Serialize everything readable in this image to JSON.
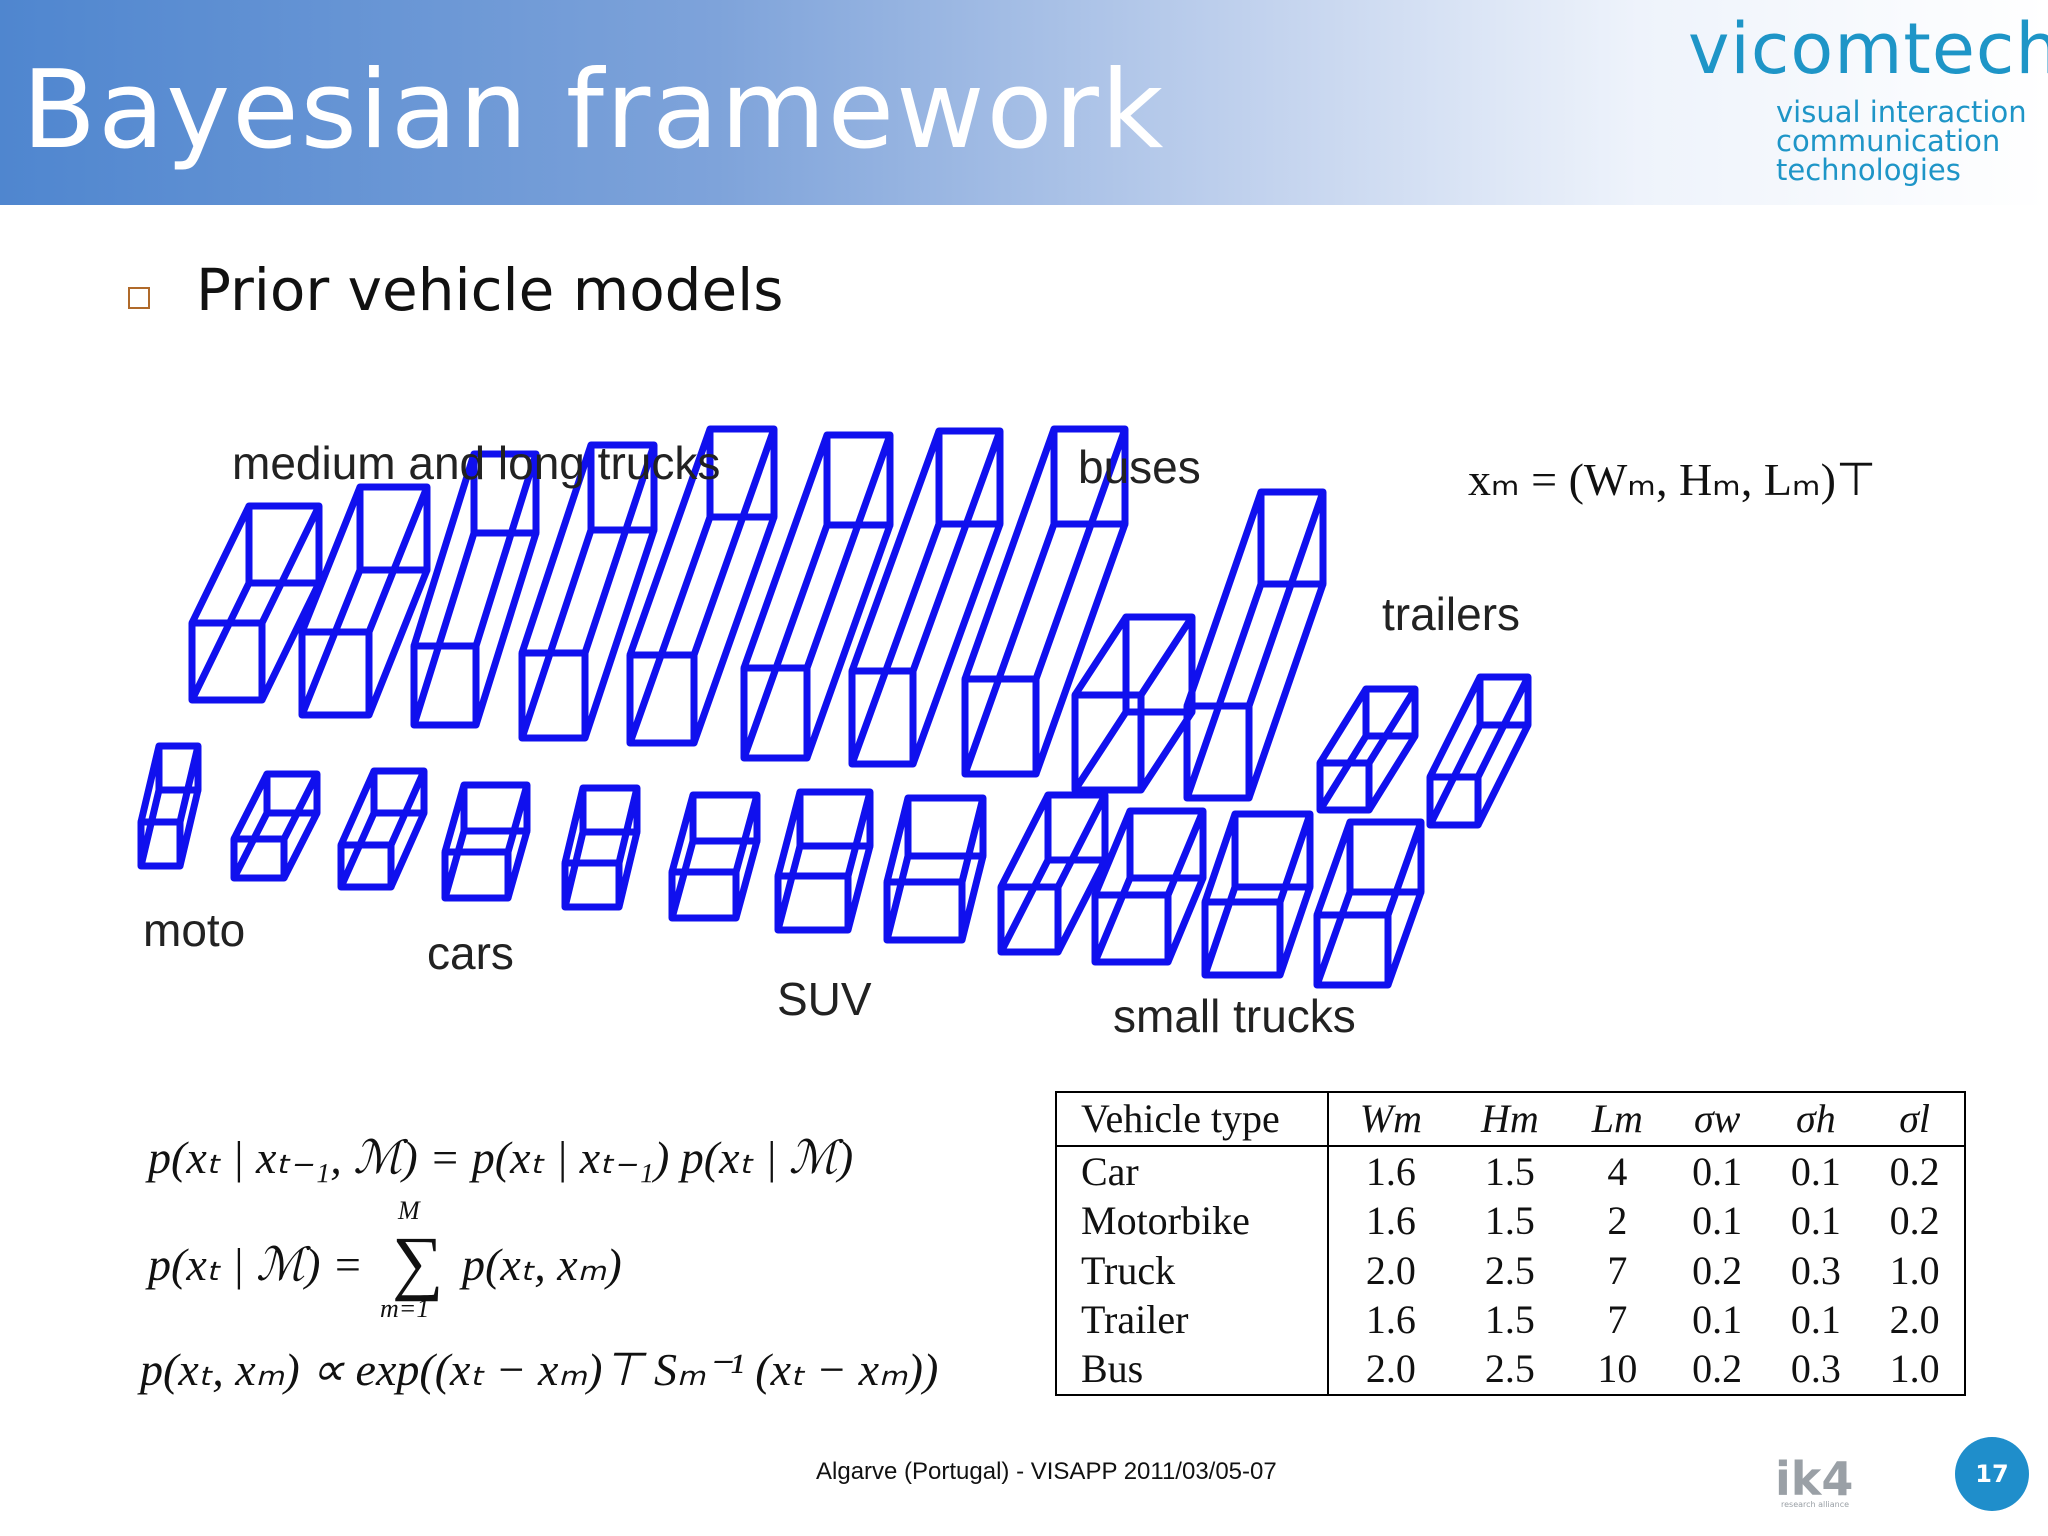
{
  "slide": {
    "title": "Bayesian framework",
    "bullet": "Prior vehicle models",
    "footer": "Algarve (Portugal) - VISAPP 2011/03/05-07",
    "page_number": "17"
  },
  "logo": {
    "name": "vicomtech",
    "tagline_1": "visual interaction",
    "tagline_2": "communication",
    "tagline_3": "technologies",
    "color": "#1e95c7"
  },
  "partner_logo": {
    "name": "ik4",
    "sub": "research alliance"
  },
  "figure": {
    "labels": {
      "trucks": "medium and long trucks",
      "buses": "buses",
      "trailers": "trailers",
      "moto": "moto",
      "cars": "cars",
      "suv": "SUV",
      "small_trucks": "small trucks"
    },
    "box_color": "#1010ee"
  },
  "formulas": {
    "xm": "xₘ = (Wₘ, Hₘ, Lₘ)⊤",
    "line1": "p(xₜ | xₜ₋₁, ℳ) = p(xₜ | xₜ₋₁) p(xₜ | ℳ)",
    "line2_left": "p(xₜ | ℳ) =",
    "line2_sum_top": "M",
    "line2_sum_bottom": "m=1",
    "line2_right": "p(xₜ, xₘ)",
    "line3": "p(xₜ, xₘ) ∝ exp((xₜ − xₘ)⊤ Sₘ⁻¹ (xₜ − xₘ))"
  },
  "table": {
    "headers": [
      "Vehicle type",
      "Wm",
      "Hm",
      "Lm",
      "σw",
      "σh",
      "σl"
    ],
    "rows": [
      [
        "Car",
        "1.6",
        "1.5",
        "4",
        "0.1",
        "0.1",
        "0.2"
      ],
      [
        "Motorbike",
        "1.6",
        "1.5",
        "2",
        "0.1",
        "0.1",
        "0.2"
      ],
      [
        "Truck",
        "2.0",
        "2.5",
        "7",
        "0.2",
        "0.3",
        "1.0"
      ],
      [
        "Trailer",
        "1.6",
        "1.5",
        "7",
        "0.1",
        "0.1",
        "2.0"
      ],
      [
        "Bus",
        "2.0",
        "2.5",
        "10",
        "0.2",
        "0.3",
        "1.0"
      ]
    ]
  }
}
